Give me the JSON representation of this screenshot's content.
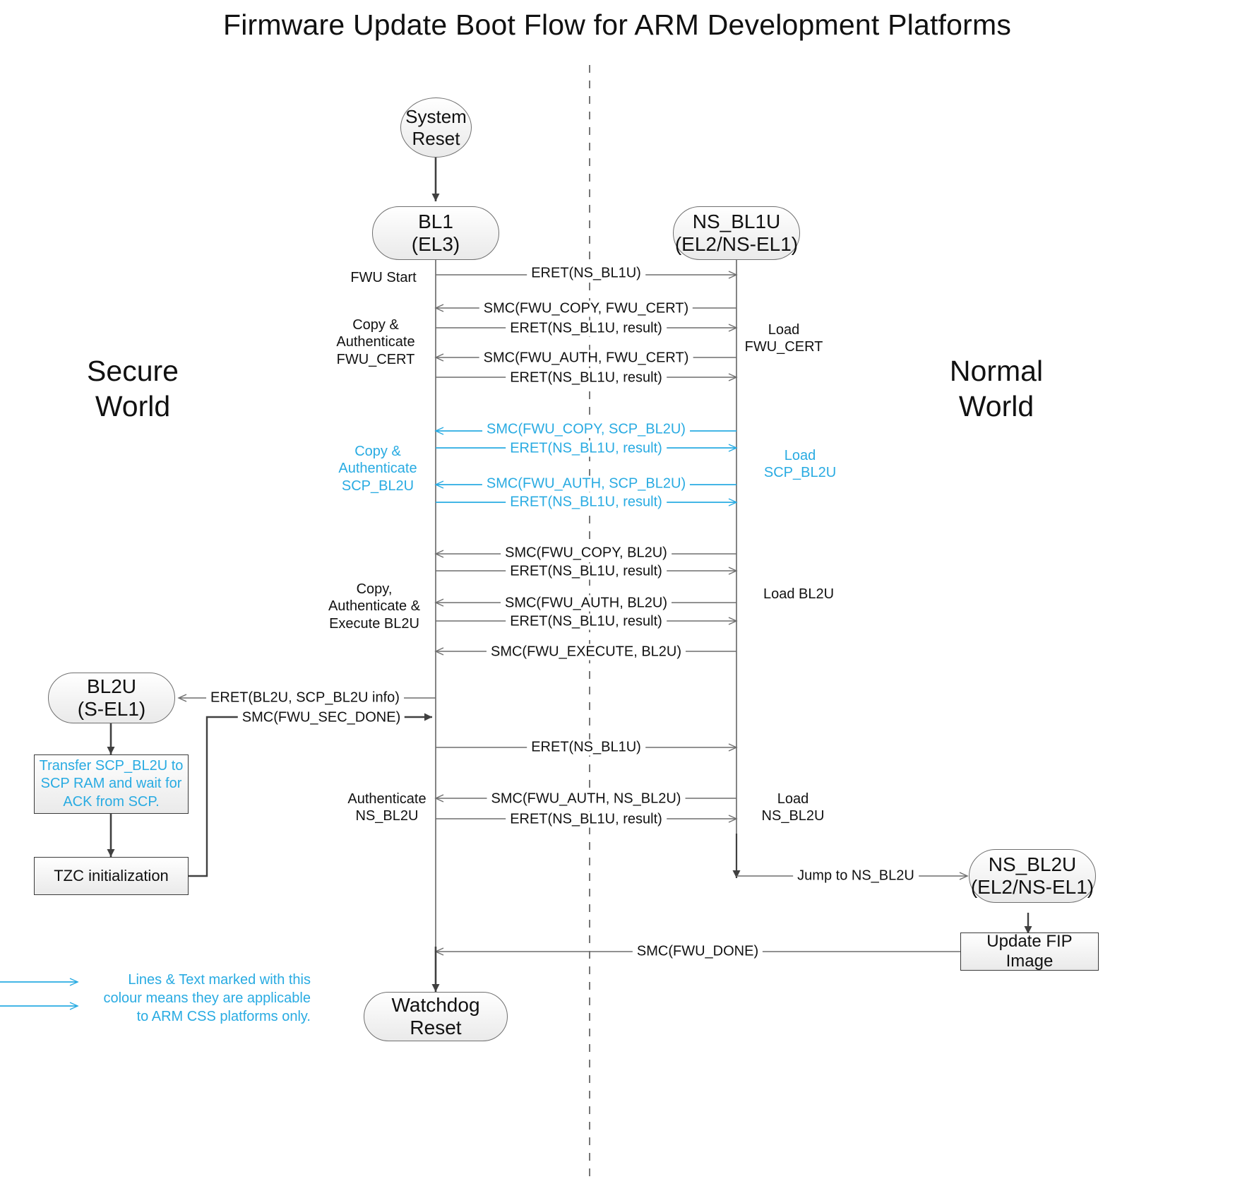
{
  "title": "Firmware Update Boot Flow for ARM Development Platforms",
  "worlds": {
    "secure": "Secure\nWorld",
    "normal": "Normal\nWorld"
  },
  "colors": {
    "accent_cyan": "#29ABE2",
    "line_dark": "#404040",
    "line_grey": "#6f6f6f",
    "node_fill": "#f2f2f2",
    "text": "#111111"
  },
  "nodes": {
    "system_reset": {
      "l1": "System",
      "l2": "Reset"
    },
    "bl1": {
      "l1": "BL1",
      "l2": "(EL3)"
    },
    "ns_bl1u": {
      "l1": "NS_BL1U",
      "l2": "(EL2/NS-EL1)"
    },
    "bl2u": {
      "l1": "BL2U",
      "l2": "(S-EL1)"
    },
    "ns_bl2u": {
      "l1": "NS_BL2U",
      "l2": "(EL2/NS-EL1)"
    },
    "transfer_scp": {
      "l1": "Transfer SCP_BL2U to",
      "l2": "SCP RAM and wait for",
      "l3": "ACK from SCP."
    },
    "tzc": {
      "l1": "TZC initialization"
    },
    "update_fip": {
      "l1": "Update FIP Image"
    },
    "watchdog": {
      "l1": "Watchdog Reset"
    }
  },
  "messages": [
    {
      "id": "m1",
      "label": "ERET(NS_BL1U)",
      "dir": "right",
      "cyan": false
    },
    {
      "id": "m2",
      "label": "SMC(FWU_COPY, FWU_CERT)",
      "dir": "left",
      "cyan": false
    },
    {
      "id": "m3",
      "label": "ERET(NS_BL1U, result)",
      "dir": "right",
      "cyan": false
    },
    {
      "id": "m4",
      "label": "SMC(FWU_AUTH, FWU_CERT)",
      "dir": "left",
      "cyan": false
    },
    {
      "id": "m5",
      "label": "ERET(NS_BL1U, result)",
      "dir": "right",
      "cyan": false
    },
    {
      "id": "m6",
      "label": "SMC(FWU_COPY, SCP_BL2U)",
      "dir": "left",
      "cyan": true
    },
    {
      "id": "m7",
      "label": "ERET(NS_BL1U, result)",
      "dir": "right",
      "cyan": true
    },
    {
      "id": "m8",
      "label": "SMC(FWU_AUTH, SCP_BL2U)",
      "dir": "left",
      "cyan": true
    },
    {
      "id": "m9",
      "label": "ERET(NS_BL1U, result)",
      "dir": "right",
      "cyan": true
    },
    {
      "id": "m10",
      "label": "SMC(FWU_COPY, BL2U)",
      "dir": "left",
      "cyan": false
    },
    {
      "id": "m11",
      "label": "ERET(NS_BL1U, result)",
      "dir": "right",
      "cyan": false
    },
    {
      "id": "m12",
      "label": "SMC(FWU_AUTH, BL2U)",
      "dir": "left",
      "cyan": false
    },
    {
      "id": "m13",
      "label": "ERET(NS_BL1U, result)",
      "dir": "right",
      "cyan": false
    },
    {
      "id": "m14",
      "label": "SMC(FWU_EXECUTE, BL2U)",
      "dir": "left",
      "cyan": false
    },
    {
      "id": "m15",
      "label": "ERET(BL2U, ",
      "label_cyan": "SCP_BL2U info",
      "label_tail": ")",
      "dir": "left",
      "cyan": false
    },
    {
      "id": "m16",
      "label": "SMC(FWU_SEC_DONE)",
      "dir": "right",
      "cyan": false
    },
    {
      "id": "m17",
      "label": "ERET(NS_BL1U)",
      "dir": "right",
      "cyan": false
    },
    {
      "id": "m18",
      "label": "SMC(FWU_AUTH, NS_BL2U)",
      "dir": "left",
      "cyan": false
    },
    {
      "id": "m19",
      "label": "ERET(NS_BL1U, result)",
      "dir": "right",
      "cyan": false
    },
    {
      "id": "m20",
      "label": "Jump to NS_BL2U",
      "dir": "right",
      "cyan": false
    },
    {
      "id": "m21",
      "label": "SMC(FWU_DONE)",
      "dir": "left",
      "cyan": false
    }
  ],
  "side_labels": {
    "fwu_start": "FWU Start",
    "copy_auth_cert": "Copy &\nAuthenticate\nFWU_CERT",
    "load_fwu_cert": "Load\nFWU_CERT",
    "copy_auth_scp": "Copy &\nAuthenticate\nSCP_BL2U",
    "load_scp_bl2u": "Load\nSCP_BL2U",
    "copy_auth_exec": "Copy,\nAuthenticate &\nExecute BL2U",
    "load_bl2u": "Load BL2U",
    "authenticate_ns": "Authenticate\nNS_BL2U",
    "load_ns_bl2u": "Load\nNS_BL2U"
  },
  "legend": {
    "text": "Lines & Text marked with this\ncolour means they are applicable\nto ARM CSS platforms only."
  }
}
